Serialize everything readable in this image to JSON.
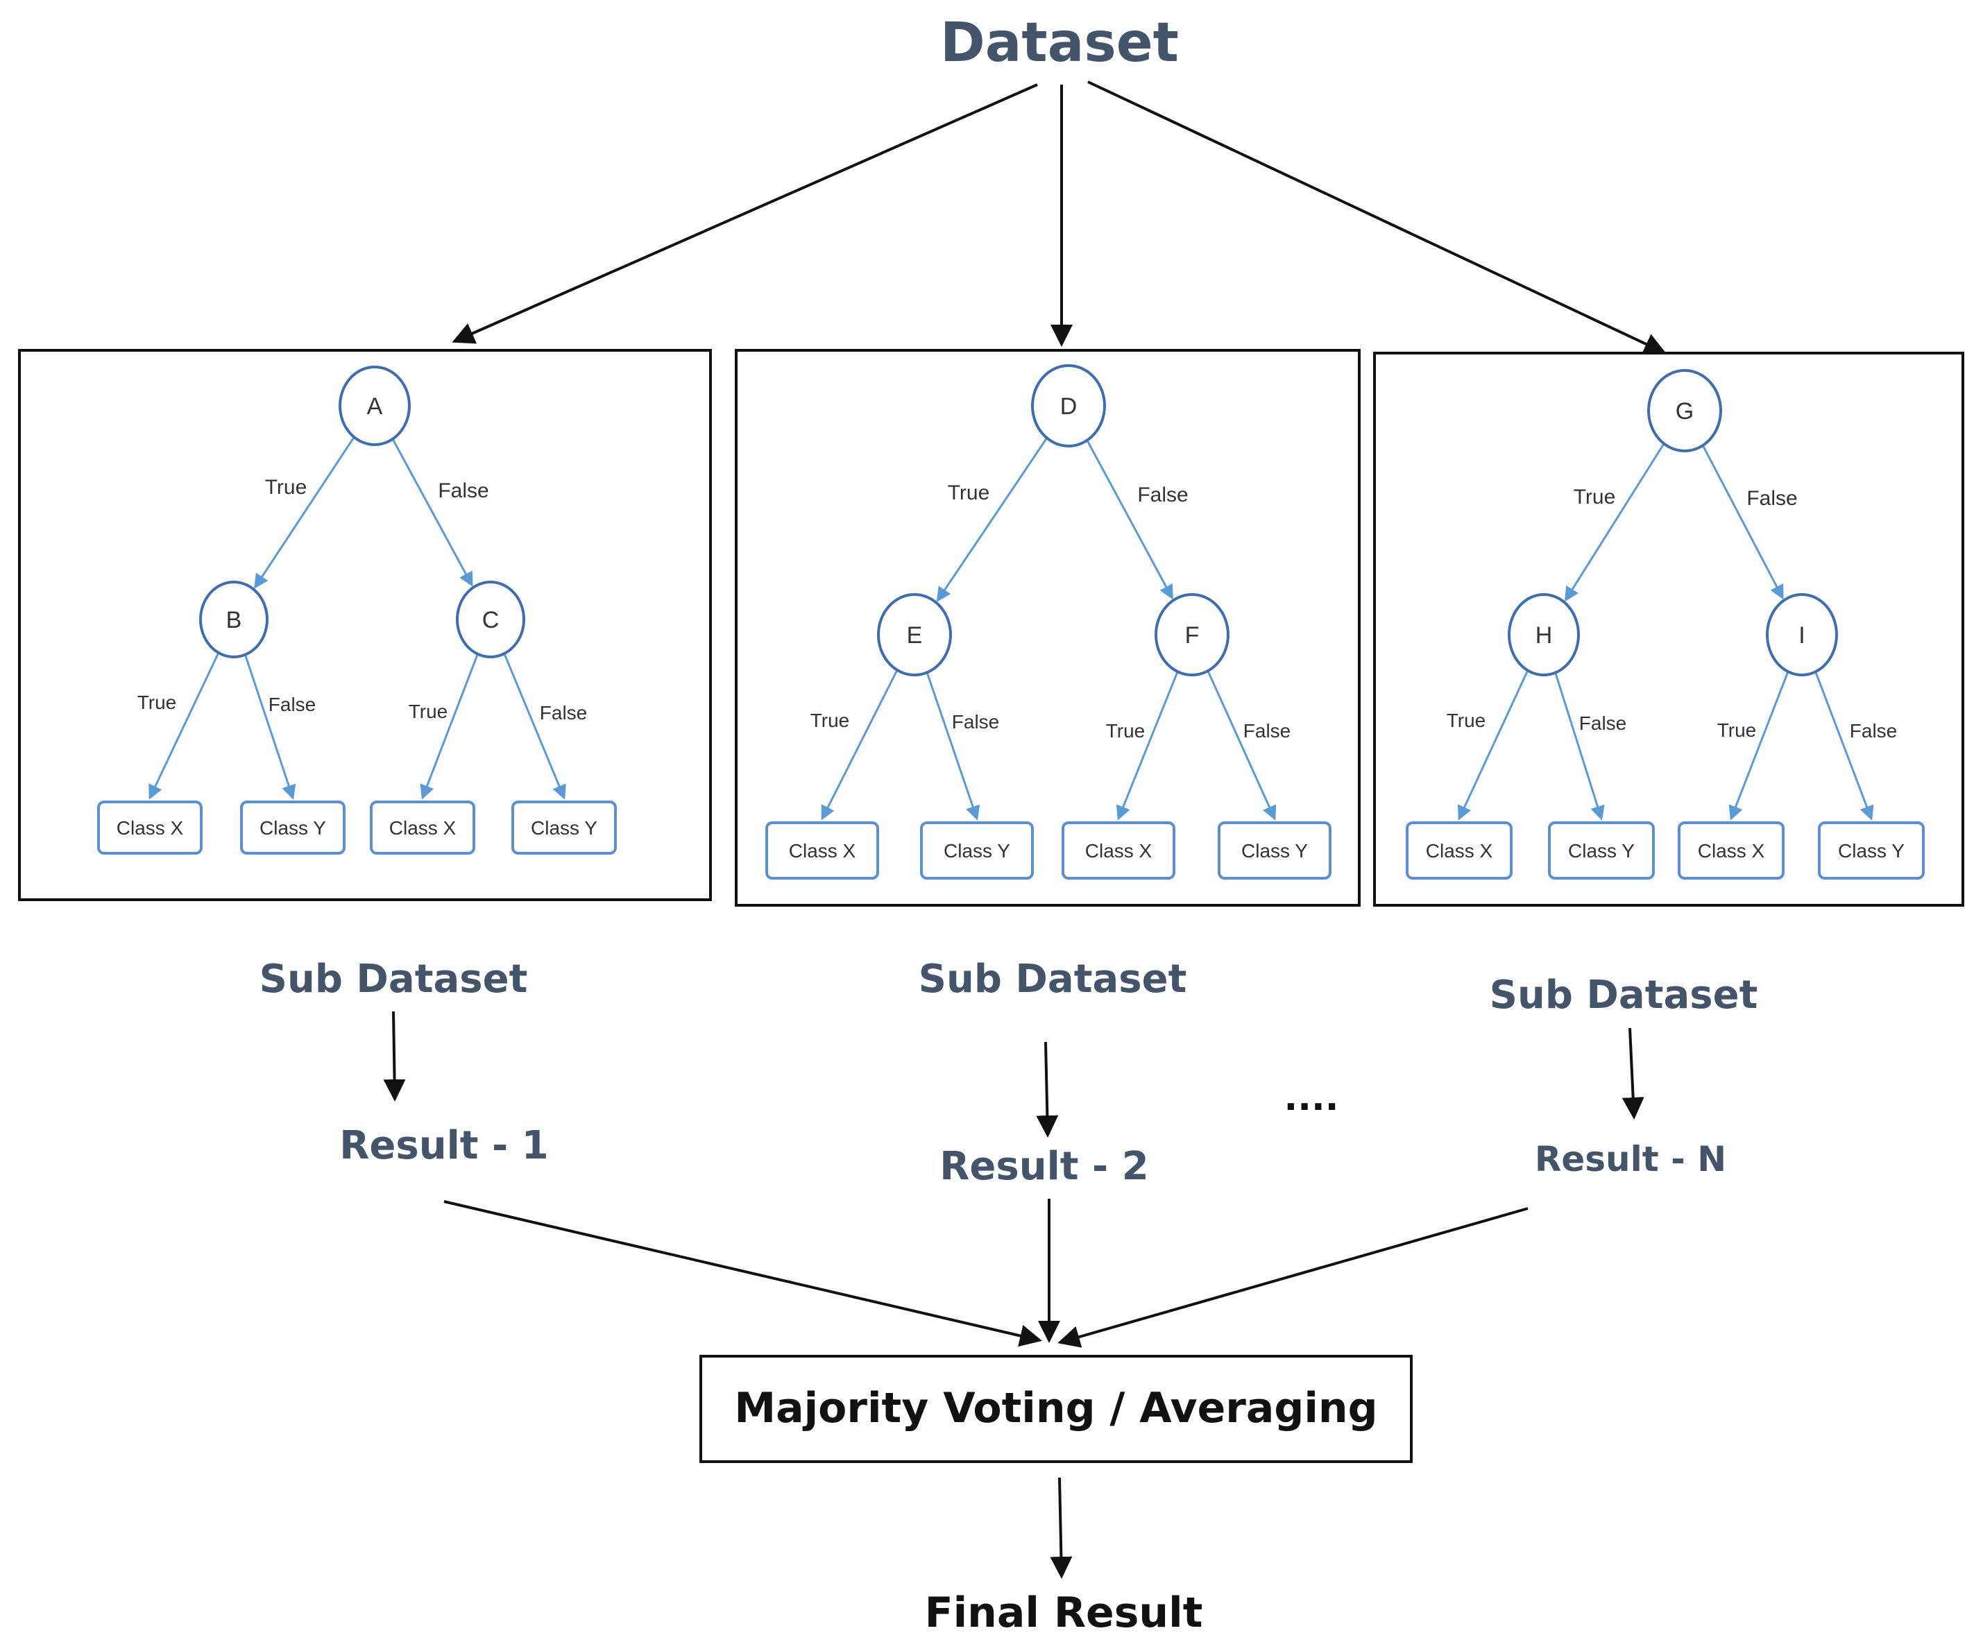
{
  "dataset_label": "Dataset",
  "trees": [
    {
      "root": "A",
      "children": [
        "B",
        "C"
      ],
      "edge_labels": {
        "true": "True",
        "false": "False"
      },
      "leaves": [
        "Class X",
        "Class Y",
        "Class X",
        "Class Y"
      ]
    },
    {
      "root": "D",
      "children": [
        "E",
        "F"
      ],
      "edge_labels": {
        "true": "True",
        "false": "False"
      },
      "leaves": [
        "Class X",
        "Class Y",
        "Class X",
        "Class Y"
      ]
    },
    {
      "root": "G",
      "children": [
        "H",
        "I"
      ],
      "edge_labels": {
        "true": "True",
        "false": "False"
      },
      "leaves": [
        "Class X",
        "Class Y",
        "Class X",
        "Class Y"
      ]
    }
  ],
  "sub_dataset_labels": [
    "Sub Dataset",
    "Sub Dataset",
    "Sub Dataset"
  ],
  "results": [
    "Result - 1",
    "Result - 2",
    "Result - N"
  ],
  "ellipsis": "....",
  "aggregator": "Majority Voting / Averaging",
  "final": "Final Result",
  "colors": {
    "title_text": "#44546a",
    "tree_edges": "#5b9bd5",
    "tree_nodes": "#3e6db0",
    "black": "#111111"
  }
}
